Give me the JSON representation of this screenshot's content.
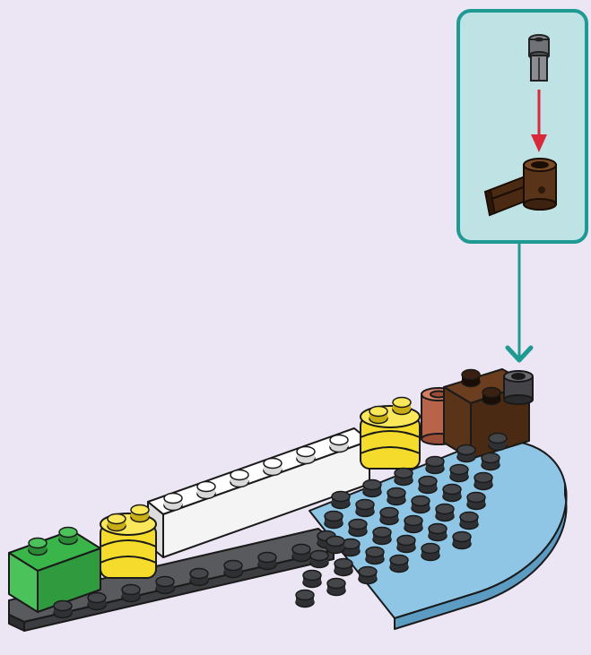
{
  "colors": {
    "background": "#ece6f4",
    "callout_border": "#1f9a92",
    "callout_fill": "#bfe3e4",
    "arrow_red": "#d9283a",
    "arrow_teal": "#1f9a92",
    "plate_blue": "#8fc6e6",
    "plate_dark_gray": "#595a5e",
    "brick_white": "#ffffff",
    "brick_yellow": "#f5dc2c",
    "brick_green": "#39b54a",
    "brick_brown": "#5a3418",
    "round_brick_nougat": "#b8644a",
    "pin_dark": "#444448"
  },
  "icons": {
    "callout_part_pin": "technic-pin-icon",
    "callout_part_clip": "brown-pin-connector-icon",
    "placement_arrow": "teal-chevron-arrow-icon",
    "insert_arrow": "red-down-arrow-icon"
  },
  "build_step": {
    "callout_parts": [
      "technic-pin",
      "brown-connector-with-hole"
    ],
    "model_parts": [
      "dark-gray-plate",
      "blue-round-plate",
      "white-brick",
      "yellow-clips",
      "green-brick",
      "nougat-round-brick",
      "brown-brick",
      "dark-pin"
    ]
  }
}
